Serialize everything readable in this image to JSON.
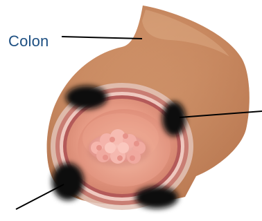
{
  "labels": {
    "colon": "Colon"
  },
  "colors": {
    "label_text": "#1d4f82",
    "leader_line": "#000000",
    "outer_wall": "#c9875e",
    "outer_wall_dark": "#a8653f",
    "inner_mucosa": "#e79b86",
    "tumor": "#f1aea3",
    "dark_mass": "#111111"
  },
  "icons": {
    "dark_spots": "blurred-black-mass",
    "growth": "polyp-tumor"
  }
}
